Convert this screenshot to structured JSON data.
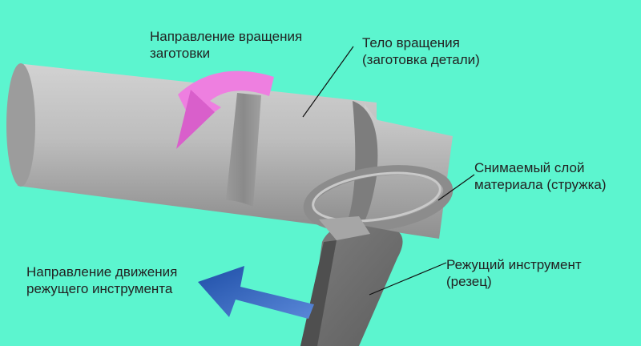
{
  "colors": {
    "background": "#5cf5cf",
    "workpiece": "#a9a9a9",
    "rotation_arrow": "#ee7fe0",
    "feed_arrow": "#3469c0",
    "tool": "#6f6f6f",
    "leader_line": "#111111",
    "text": "#222222"
  },
  "labels": {
    "rotation_direction": {
      "line1": "Направление вращения",
      "line2": "заготовки"
    },
    "body_of_rotation": {
      "line1": "Тело вращения",
      "line2": "(заготовка детали)"
    },
    "removed_layer": {
      "line1": "Снимаемый слой",
      "line2": "материала (стружка)"
    },
    "cutting_tool": {
      "line1": "Режущий инструмент",
      "line2": "(резец)"
    },
    "feed_direction": {
      "line1": "Направление движения",
      "line2": "режущего инструмента"
    }
  }
}
